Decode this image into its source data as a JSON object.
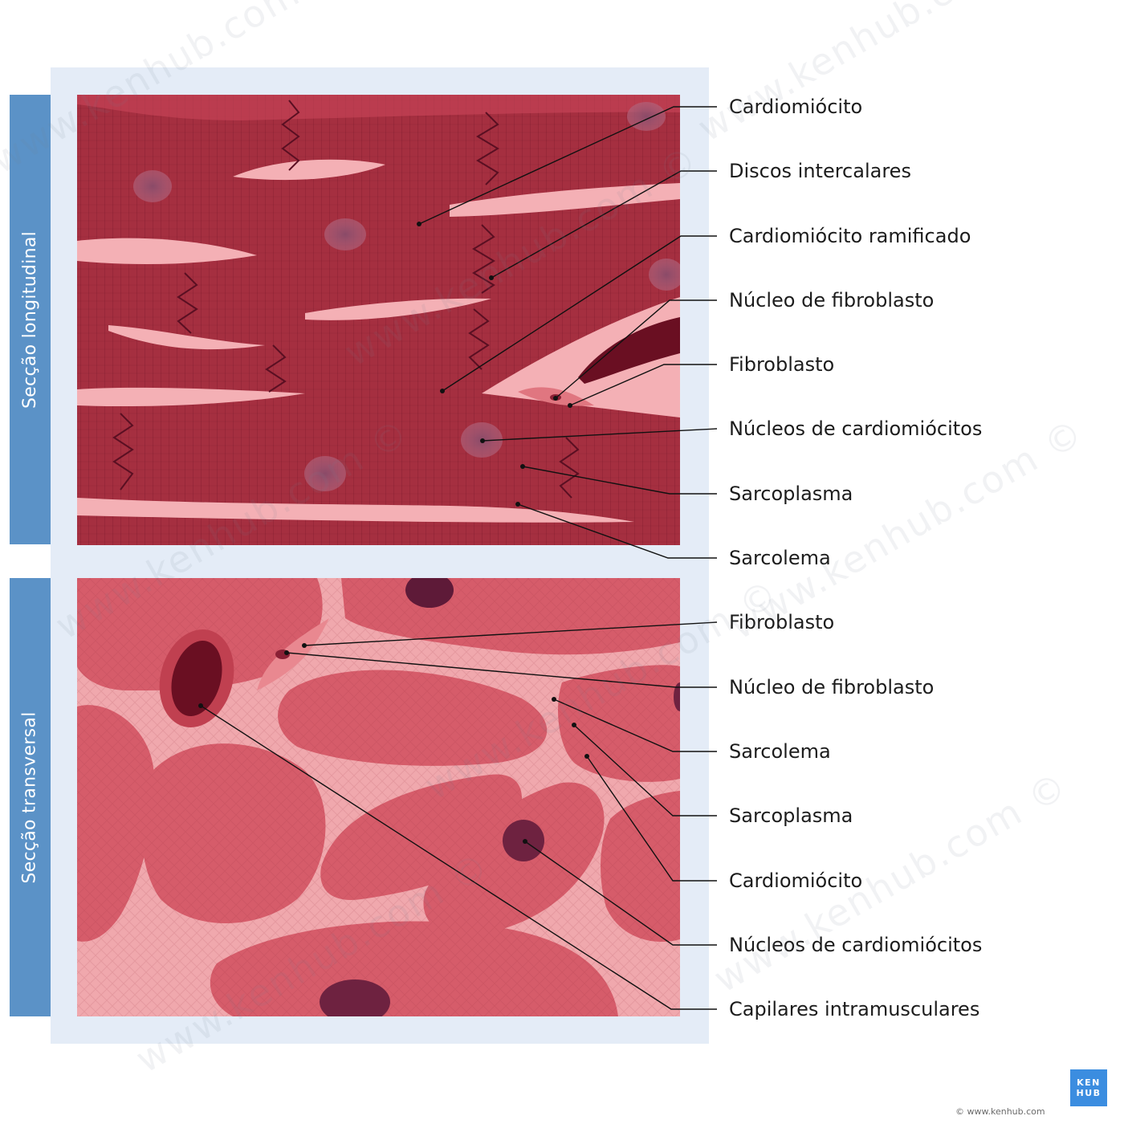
{
  "panels": {
    "longitudinal": {
      "tab_label": "Secção longitudinal"
    },
    "transverse": {
      "tab_label": "Secção transversal"
    }
  },
  "labels_longitudinal": [
    "Cardiomiócito",
    "Discos intercalares",
    "Cardiomiócito ramificado",
    "Núcleo de fibroblasto",
    "Fibroblasto",
    "Núcleos de cardiomiócitos",
    "Sarcoplasma",
    "Sarcolema"
  ],
  "labels_transverse": [
    "Fibroblasto",
    "Núcleo de fibroblasto",
    "Sarcolema",
    "Sarcoplasma",
    "Cardiomiócito",
    "Núcleos de cardiomiócitos",
    "Capilares intramusculares"
  ],
  "branding": {
    "logo_line1": "KEN",
    "logo_line2": "HUB",
    "copyright": "© www.kenhub.com",
    "watermark": "www.kenhub.com ©"
  },
  "colors": {
    "tab_blue": "#5b92c7",
    "frame_bg": "#e4ecf7",
    "muscle_dark": "#b23a4a",
    "muscle_light": "#f2a7ad",
    "nucleus": "#7a2a45"
  }
}
